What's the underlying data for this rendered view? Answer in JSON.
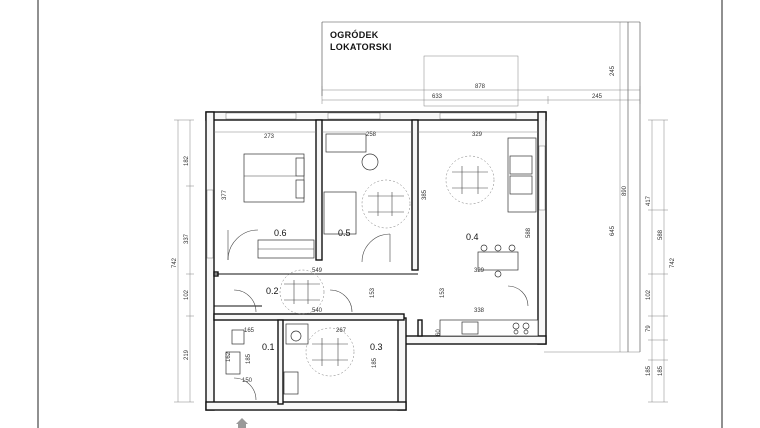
{
  "garden": {
    "label_line1": "OGRÓDEK",
    "label_line2": "LOKATORSKI"
  },
  "rooms": {
    "r06": "0.6",
    "r05": "0.5",
    "r04": "0.4",
    "r02": "0.2",
    "r01": "0.1",
    "r03": "0.3"
  },
  "dimensions": {
    "top_total": "878",
    "top_left": "633",
    "top_right": "245",
    "right_vertical_garden": "245",
    "right_vertical_garden_total": "890",
    "right_vertical_645": "645",
    "right_outer_417": "417",
    "right_outer_588": "588",
    "right_outer_742": "742",
    "right_outer_102": "102",
    "right_outer_79": "79",
    "right_outer_185a": "185",
    "right_outer_185b": "185",
    "bedroom_width": "273",
    "room05_width": "258",
    "living_width": "329",
    "bedroom_depth": "377",
    "living_depth": "385",
    "living_588": "588",
    "hall_width": "549",
    "kitchen_width": "338",
    "hall_153a": "153",
    "hall_153b": "153",
    "hall_540": "540",
    "living_329b": "329",
    "bath_width": "267",
    "wc_width": "165",
    "wc_depth": "162",
    "wc_185": "185",
    "wc_150": "150",
    "bath_185": "185",
    "kitchen_60": "60",
    "left_182": "182",
    "left_337": "337",
    "left_742": "742",
    "left_102": "102",
    "left_219": "219"
  }
}
